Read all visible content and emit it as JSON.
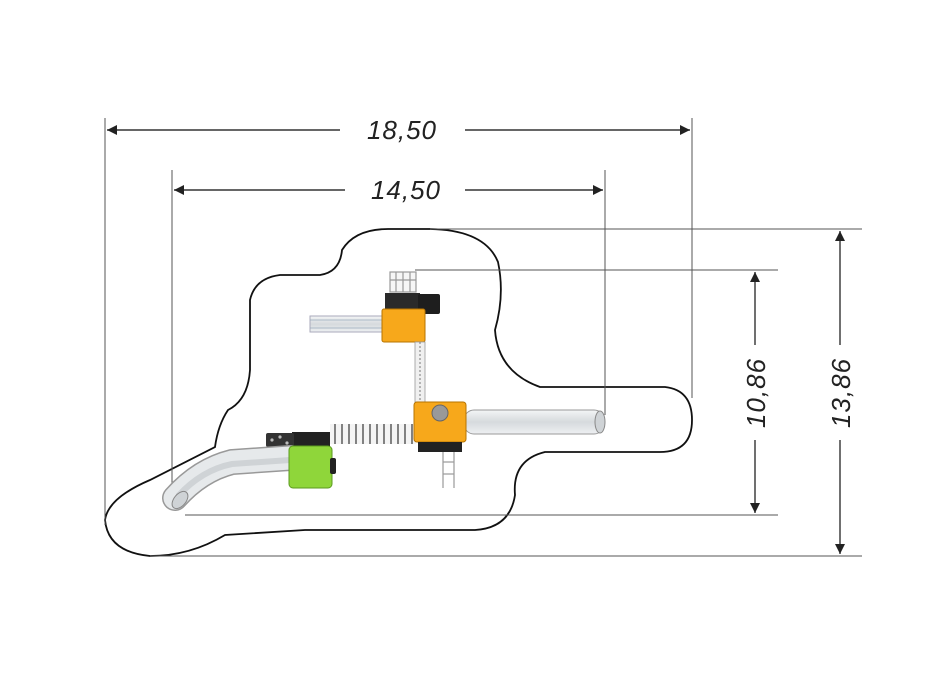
{
  "dimensions": {
    "overall_width": "18,50",
    "inner_width": "14,50",
    "inner_height": "10,86",
    "overall_height": "13,86"
  },
  "colors": {
    "orange": "#f7a81b",
    "green": "#8fd63a",
    "dark": "#2a2a2a",
    "outline": "#111111",
    "tube": "#dfe3e6"
  }
}
